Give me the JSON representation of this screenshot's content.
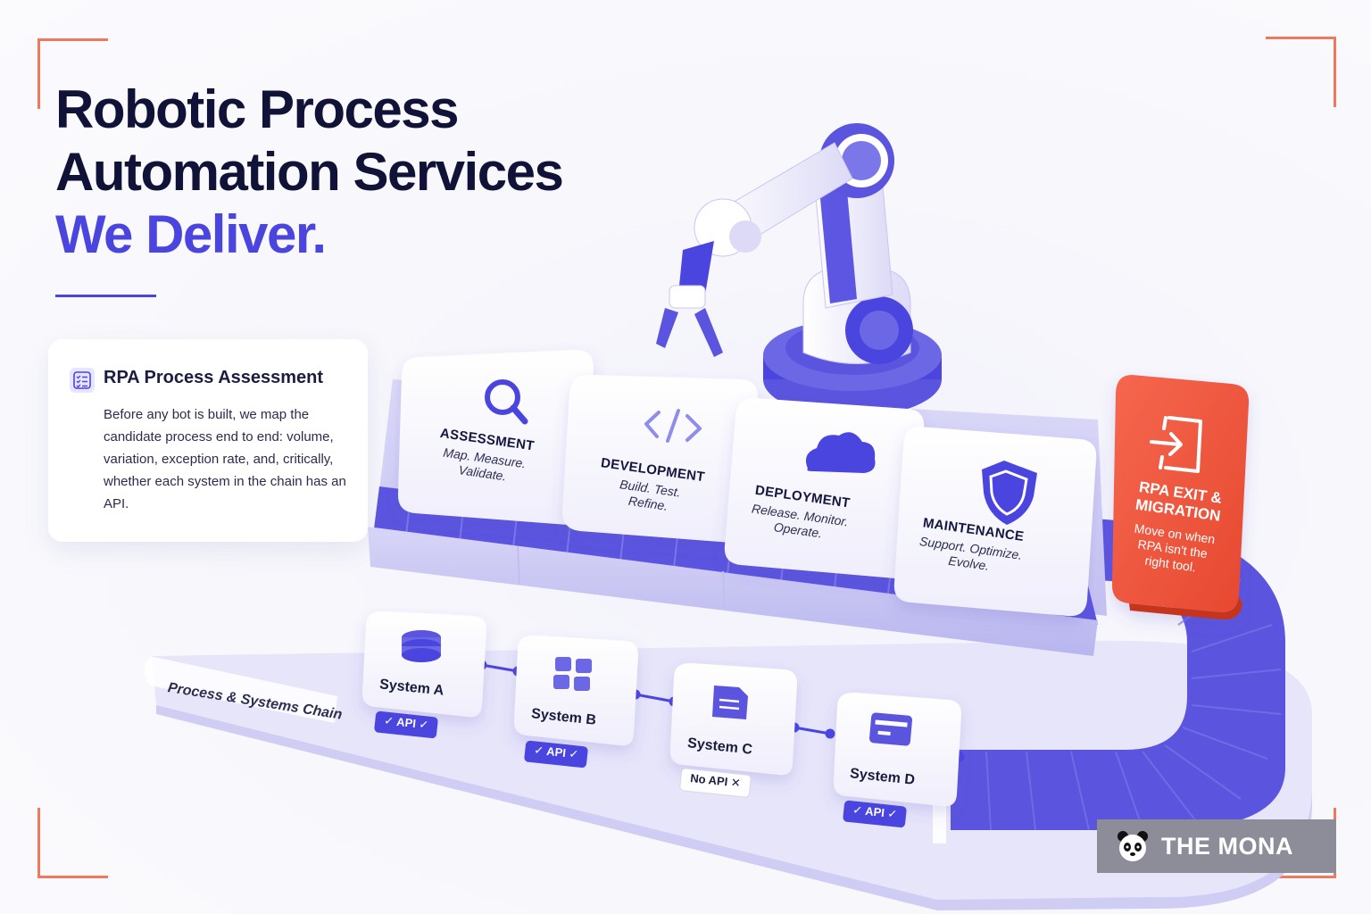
{
  "header": {
    "title_line1": "Robotic Process",
    "title_line2": "Automation Services",
    "title_line3": "We Deliver."
  },
  "info_card": {
    "icon": "checklist-icon",
    "title": "RPA Process Assessment",
    "body": "Before any bot is built, we map the candidate process end to end: volume, variation, exception rate, and, critically, whether each system in the chain has an API."
  },
  "stages": [
    {
      "icon": "magnifier-icon",
      "title": "ASSESSMENT",
      "desc_line1": "Map. Measure.",
      "desc_line2": "Validate."
    },
    {
      "icon": "code-icon",
      "title": "DEVELOPMENT",
      "desc_line1": "Build. Test.",
      "desc_line2": "Refine."
    },
    {
      "icon": "cloud-icon",
      "title": "DEPLOYMENT",
      "desc_line1": "Release. Monitor.",
      "desc_line2": "Operate."
    },
    {
      "icon": "shield-icon",
      "title": "MAINTENANCE",
      "desc_line1": "Support. Optimize.",
      "desc_line2": "Evolve."
    }
  ],
  "exit_stage": {
    "icon": "exit-door-icon",
    "title_line1": "RPA EXIT &",
    "title_line2": "MIGRATION",
    "desc_line1": "Move on when",
    "desc_line2": "RPA isn't the",
    "desc_line3": "right tool."
  },
  "chain": {
    "label": "Process & Systems Chain",
    "systems": [
      {
        "icon": "database-icon",
        "name": "System A",
        "badge": "✓ API ✓",
        "has_api": true
      },
      {
        "icon": "grid-icon",
        "name": "System B",
        "badge": "✓ API ✓",
        "has_api": true
      },
      {
        "icon": "document-icon",
        "name": "System C",
        "badge": "No API ✕",
        "has_api": false
      },
      {
        "icon": "card-icon",
        "name": "System D",
        "badge": "✓ API ✓",
        "has_api": true
      }
    ]
  },
  "brand": {
    "icon": "panda-icon",
    "name": "THE MONA"
  },
  "colors": {
    "accent": "#4b45e0",
    "accent_light": "#8f8cec",
    "exit": "#f0553f",
    "corner": "#ee7a5e",
    "title": "#101238"
  }
}
